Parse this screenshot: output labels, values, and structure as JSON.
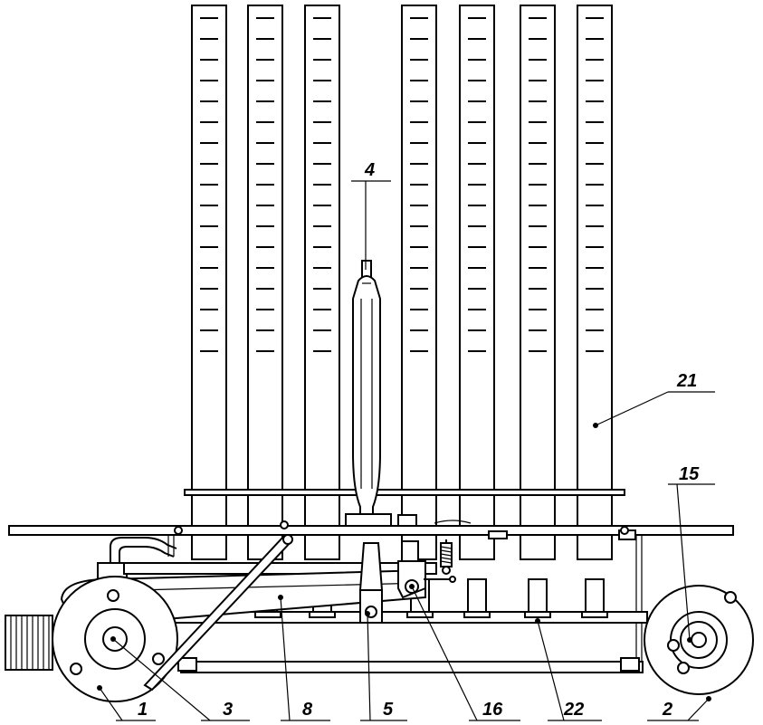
{
  "callouts": {
    "c1": "1",
    "c2": "2",
    "c3": "3",
    "c4": "4",
    "c5": "5",
    "c8": "8",
    "c15": "15",
    "c16": "16",
    "c21": "21",
    "c22": "22"
  },
  "tube_count": 7,
  "graduation_marks_per_tube": 17,
  "colors": {
    "line": "#000000",
    "background": "#ffffff"
  }
}
